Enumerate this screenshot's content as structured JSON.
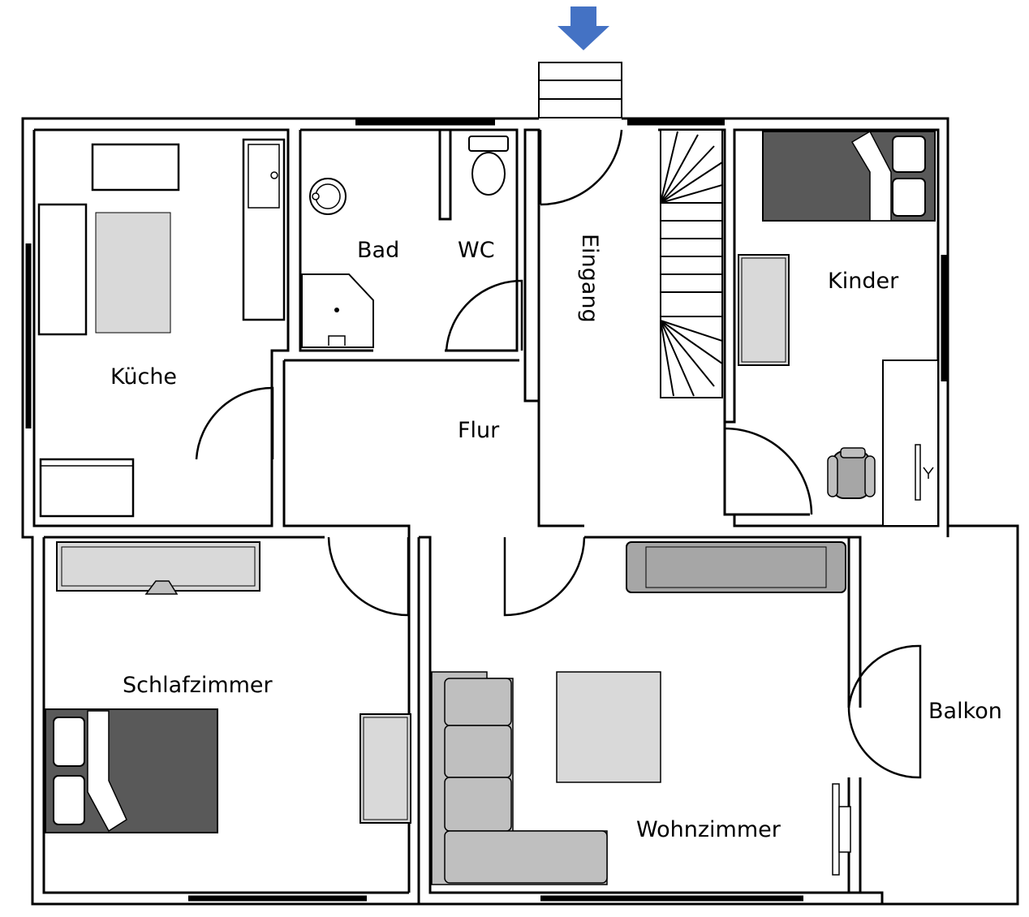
{
  "rooms": {
    "kueche": "Küche",
    "bad": "Bad",
    "wc": "WC",
    "eingang": "Eingang",
    "kinder": "Kinder",
    "flur": "Flur",
    "schlafzimmer": "Schlafzimmer",
    "wohnzimmer": "Wohnzimmer",
    "balkon": "Balkon"
  },
  "colors": {
    "entrance_arrow": "#4472c4",
    "bed_dark": "#595959",
    "furniture_light": "#d9d9d9",
    "furniture_mid": "#bfbfbf",
    "furniture_dark": "#a6a6a6"
  },
  "icons": {
    "entrance": "arrow-down-icon"
  }
}
